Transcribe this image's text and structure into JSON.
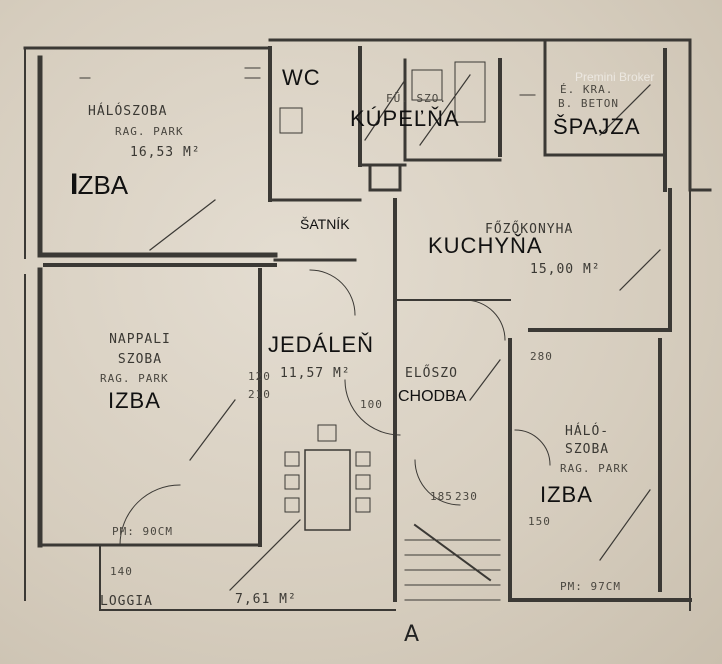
{
  "rooms": {
    "bedroom_main": {
      "name": "HÁLÓSZOBA",
      "floor": "RAG. PARK",
      "area": "16,53 M²",
      "overlay": "IZBA"
    },
    "wc": {
      "name": "WC",
      "overlay": "WC"
    },
    "bathroom": {
      "name": "FÜ. SZO.",
      "overlay": "KÚPEĽŇA"
    },
    "pantry": {
      "name": "É. KRA.",
      "floor": "B. BETON",
      "overlay": "ŠPAJZA"
    },
    "wardrobe": {
      "overlay": "ŠATNÍK"
    },
    "kitchen": {
      "name": "FŐZŐKONYHA",
      "area": "15,00 M²",
      "overlay": "KUCHYŇA"
    },
    "living": {
      "name": "NAPPALI SZOBA",
      "floor": "RAG. PARK",
      "overlay": "IZBA"
    },
    "dining": {
      "area": "11,57 M²",
      "overlay": "JEDÁLEŇ"
    },
    "hall": {
      "name": "ELŐSZO",
      "overlay": "CHODBA"
    },
    "bedroom_small": {
      "name": "HÁLÓ- SZOBA",
      "floor": "RAG. PARK",
      "overlay": "IZBA"
    },
    "loggia": {
      "name": "LOGGIA",
      "area": "7,61 M²"
    }
  },
  "dimensions": {
    "d1": "120",
    "d2": "210",
    "d3": "100",
    "d4": "150",
    "d5": "280",
    "d6": "185",
    "d7": "230",
    "d8": "140",
    "pm1": "PM: 90CM",
    "pm2": "PM: 97CM"
  },
  "watermark": "Premini Broker",
  "entrance_mark": "A"
}
